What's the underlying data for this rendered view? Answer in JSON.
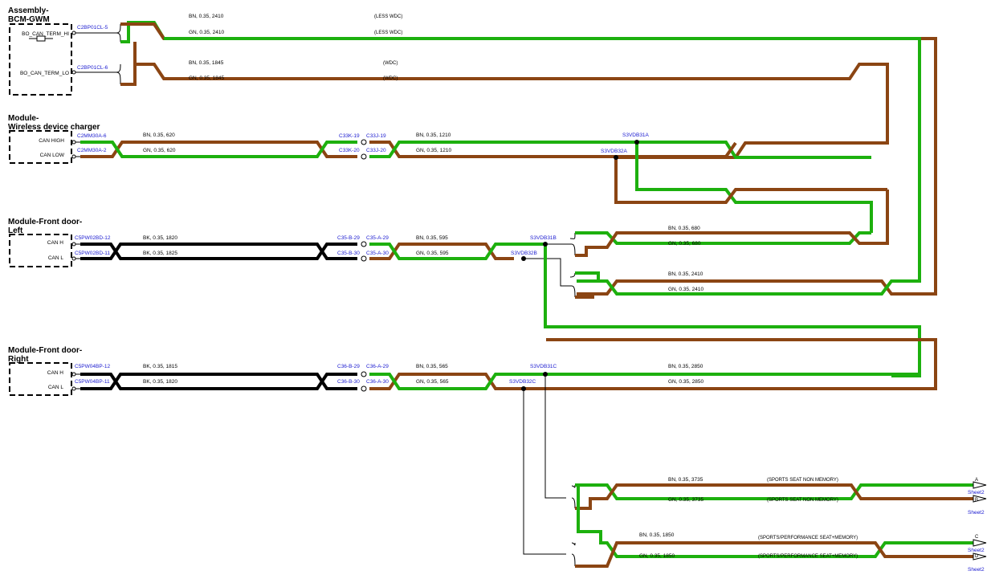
{
  "modules": [
    {
      "title1": "Assembly-",
      "title2": "BCM-GWM",
      "pins": [
        "BO_CAN_TERM_HI",
        "BO_CAN_TERM_LO"
      ]
    },
    {
      "title1": "Module-",
      "title2": "Wireless device charger",
      "pins": [
        "CAN HIGH",
        "CAN LOW"
      ]
    },
    {
      "title1": "Module-Front door-",
      "title2": "Left",
      "pins": [
        "CAN H",
        "CAN L"
      ]
    },
    {
      "title1": "Module-Front door-",
      "title2": "Right",
      "pins": [
        "CAN H",
        "CAN L"
      ]
    }
  ],
  "connectors": {
    "bcm": [
      "C2BP01CL-5",
      "C2BP01CL-6"
    ],
    "wdc": [
      "C2MM30A-6",
      "C2MM30A-2"
    ],
    "wdc_inline": [
      "C33K-19",
      "C33J-19",
      "C33K-20",
      "C33J-20"
    ],
    "fdl": [
      "C5PW02BD-12",
      "C5PW02BD-11"
    ],
    "fdl_inline": [
      "C35-B-29",
      "C35-A-29",
      "C35-B-30",
      "C35-A-30"
    ],
    "fdr": [
      "C5PW04BP-12",
      "C5PW04BP-11"
    ],
    "fdr_inline": [
      "C36-B-29",
      "C36-A-29",
      "C36-B-30",
      "C36-A-30"
    ]
  },
  "splices": [
    "S3VDB31A",
    "S3VDB32A",
    "S3VDB31B",
    "S3VDB32B",
    "S3VDB31C",
    "S3VDB32C"
  ],
  "wires": {
    "bcm_hi_bn": "BN,  0.35,  2410",
    "bcm_hi_gn": "GN,  0.35,  2410",
    "bcm_lo_bn": "BN,  0.35,  1845",
    "bcm_lo_gn": "GN,  0.35,  1845",
    "wdc_bn_620": "BN,  0.35,  620",
    "wdc_gn_620": "GN,  0.35,  620",
    "wdc_bn_1210": "BN,  0.35,  1210",
    "wdc_gn_1210": "GN,  0.35,  1210",
    "fdl_bk_1820": "BK,  0.35,  1820",
    "fdl_bk_1825": "BK,  0.35,  1825",
    "fdl_bn_595": "BN,  0.35,  595",
    "fdl_gn_595": "GN,  0.35,  595",
    "b_bn_680": "BN,  0.35,  680",
    "b_gn_680": "GN,  0.35,  680",
    "b_bn_2410": "BN,  0.35,  2410",
    "b_gn_2410": "GN,  0.35,  2410",
    "fdr_bk_1815": "BK,  0.35,  1815",
    "fdr_bk_1820": "BK,  0.35,  1820",
    "fdr_bn_565": "BN,  0.35,  565",
    "fdr_gn_565": "GN,  0.35,  565",
    "c_bn_2850": "BN,  0.35,  2850",
    "c_gn_2850": "GN,  0.35,  2850",
    "s_bn_3735": "BN,  0.35,  3735",
    "s_gn_3735": "GN,  0.35,  3735",
    "s_bn_1850": "BN,  0.35,  1850",
    "s_gn_1850": "GN,  0.35,  1850"
  },
  "notes": {
    "less_wdc": "(LESS WDC)",
    "wdc": "(WDC)",
    "non_memory": "(SPORTS SEAT NON MEMORY)",
    "memory": "(SPORTS/PERFORMANCE SEAT+MEMORY)"
  },
  "offsheet": [
    {
      "letter": "A",
      "sheet": "Sheet2"
    },
    {
      "letter": "B",
      "sheet": "Sheet2"
    },
    {
      "letter": "C",
      "sheet": "Sheet2"
    },
    {
      "letter": "D",
      "sheet": "Sheet2"
    }
  ],
  "colors": {
    "brown": "#8B4513",
    "green": "#1DB00E",
    "black": "#000000",
    "connector_blue": "#1b1bd0"
  }
}
